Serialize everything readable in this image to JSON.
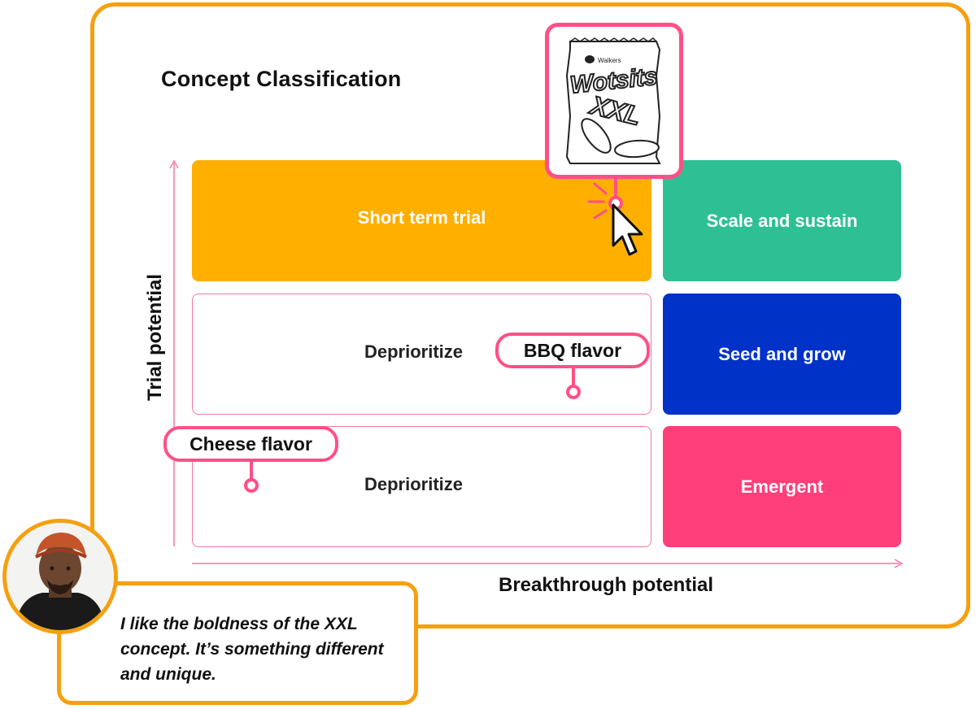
{
  "title": "Concept Classification",
  "axes": {
    "y_label": "Trial potential",
    "x_label": "Breakthrough potential"
  },
  "quadrants": {
    "short_term_trial": "Short term trial",
    "scale_and_sustain": "Scale and sustain",
    "deprioritize_top": "Deprioritize",
    "seed_and_grow": "Seed and grow",
    "deprioritize_bottom": "Deprioritize",
    "emergent": "Emergent"
  },
  "tags": {
    "bbq": "BBQ flavor",
    "cheese": "Cheese flavor"
  },
  "product": {
    "brand": "Walkers",
    "name": "Wotsits",
    "variant": "XXL"
  },
  "quote": "I like the boldness of the XXL concept. It’s something different and unique.",
  "colors": {
    "frame": "#f5a010",
    "short_term_trial": "#ffaf00",
    "scale_and_sustain": "#2ec093",
    "seed_and_grow": "#0032c8",
    "emergent": "#ff3f7a",
    "accent_pink": "#ff4f86"
  },
  "icons": [
    "cursor-icon",
    "avatar-photo",
    "product-bag-sketch"
  ]
}
